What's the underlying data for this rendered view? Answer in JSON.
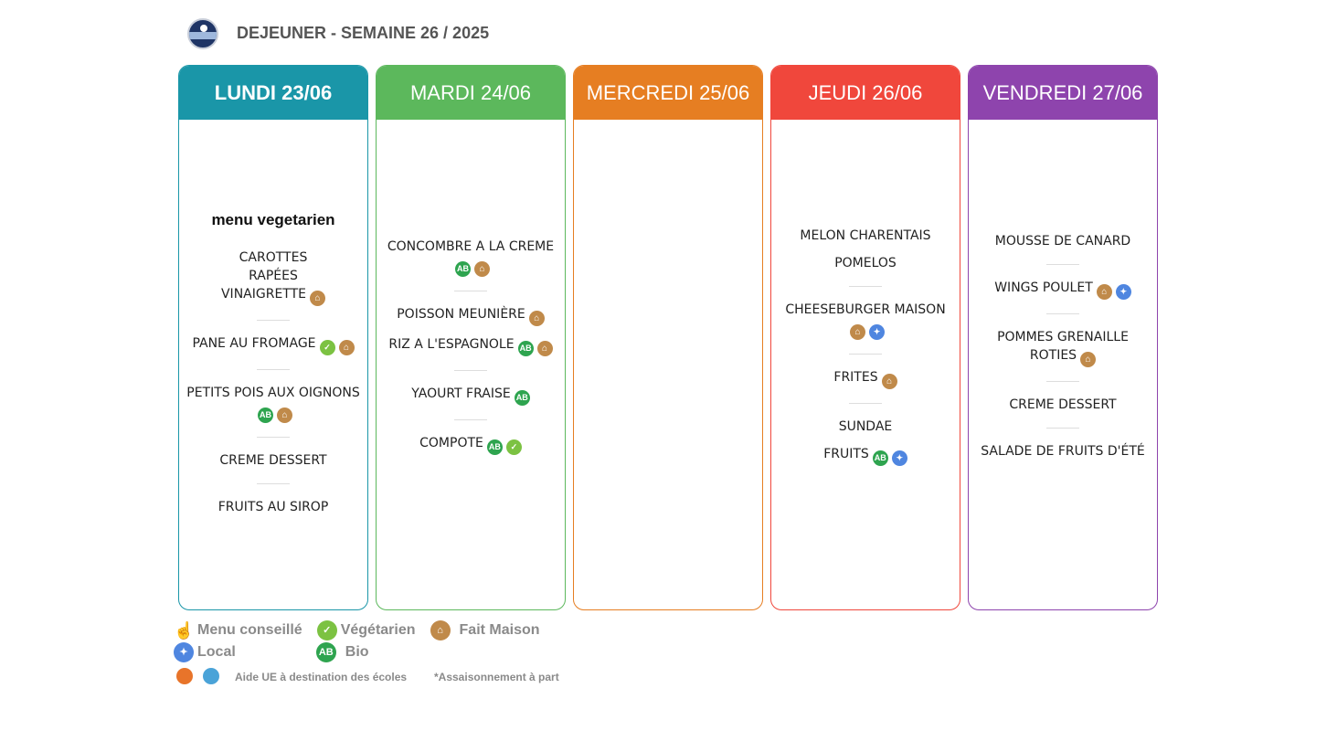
{
  "header": {
    "title": "DEJEUNER - SEMAINE 26 / 2025"
  },
  "days": [
    {
      "label": "LUNDI 23/06",
      "color": "#1a96a8",
      "menu_label": "menu vegetarien",
      "groups": [
        [
          {
            "name": "CAROTTES RAPÉES VINAIGRETTE",
            "icons": [
              "fait"
            ]
          }
        ],
        [
          {
            "name": "PANE AU FROMAGE",
            "icons": [
              "veg",
              "fait"
            ]
          }
        ],
        [
          {
            "name": "PETITS POIS AUX OIGNONS",
            "icons": [
              "bio",
              "fait"
            ]
          }
        ],
        [
          {
            "name": "CREME DESSERT",
            "icons": []
          }
        ],
        [
          {
            "name": "FRUITS AU SIROP",
            "icons": []
          }
        ]
      ]
    },
    {
      "label": "MARDI 24/06",
      "color": "#5cb85c",
      "groups": [
        [
          {
            "name": "CONCOMBRE A LA CREME",
            "icons": [
              "bio",
              "fait"
            ]
          }
        ],
        [
          {
            "name": "POISSON MEUNIÈRE",
            "icons": [
              "fait"
            ]
          },
          {
            "name": "RIZ A L'ESPAGNOLE",
            "icons": [
              "bio",
              "fait"
            ]
          }
        ],
        [
          {
            "name": "YAOURT FRAISE",
            "icons": [
              "bio"
            ]
          }
        ],
        [
          {
            "name": "COMPOTE",
            "icons": [
              "bio",
              "veg"
            ]
          }
        ]
      ]
    },
    {
      "label": "MERCREDI 25/06",
      "color": "#e67e22",
      "groups": []
    },
    {
      "label": "JEUDI 26/06",
      "color": "#f0473c",
      "groups": [
        [
          {
            "name": "MELON CHARENTAIS",
            "icons": []
          },
          {
            "name": "POMELOS",
            "icons": []
          }
        ],
        [
          {
            "name": "CHEESEBURGER MAISON",
            "icons": [
              "fait",
              "loc"
            ]
          }
        ],
        [
          {
            "name": "FRITES",
            "icons": [
              "fait"
            ]
          }
        ],
        [
          {
            "name": "SUNDAE",
            "icons": []
          },
          {
            "name": "FRUITS",
            "icons": [
              "bio",
              "loc"
            ]
          }
        ]
      ]
    },
    {
      "label": "VENDREDI 27/06",
      "color": "#8e44ad",
      "groups": [
        [
          {
            "name": "MOUSSE DE CANARD",
            "icons": []
          }
        ],
        [
          {
            "name": "WINGS POULET",
            "icons": [
              "fait",
              "loc"
            ]
          }
        ],
        [
          {
            "name": "POMMES GRENAILLE ROTIES",
            "icons": [
              "fait"
            ]
          }
        ],
        [
          {
            "name": "CREME DESSERT",
            "icons": []
          }
        ],
        [
          {
            "name": "SALADE DE FRUITS D'ÉTÉ",
            "icons": []
          }
        ]
      ]
    }
  ],
  "legend": {
    "conseille": "Menu conseillé",
    "vegetarien": "Végétarien",
    "fait_maison": "Fait Maison",
    "local": "Local",
    "bio": "Bio"
  },
  "icon_glyphs": {
    "bio": "AB",
    "fait": "⌂",
    "veg": "✓",
    "loc": "✦"
  },
  "footer": {
    "aide": "Aide UE à destination des écoles",
    "assaisonnement": "*Assaisonnement à part"
  }
}
